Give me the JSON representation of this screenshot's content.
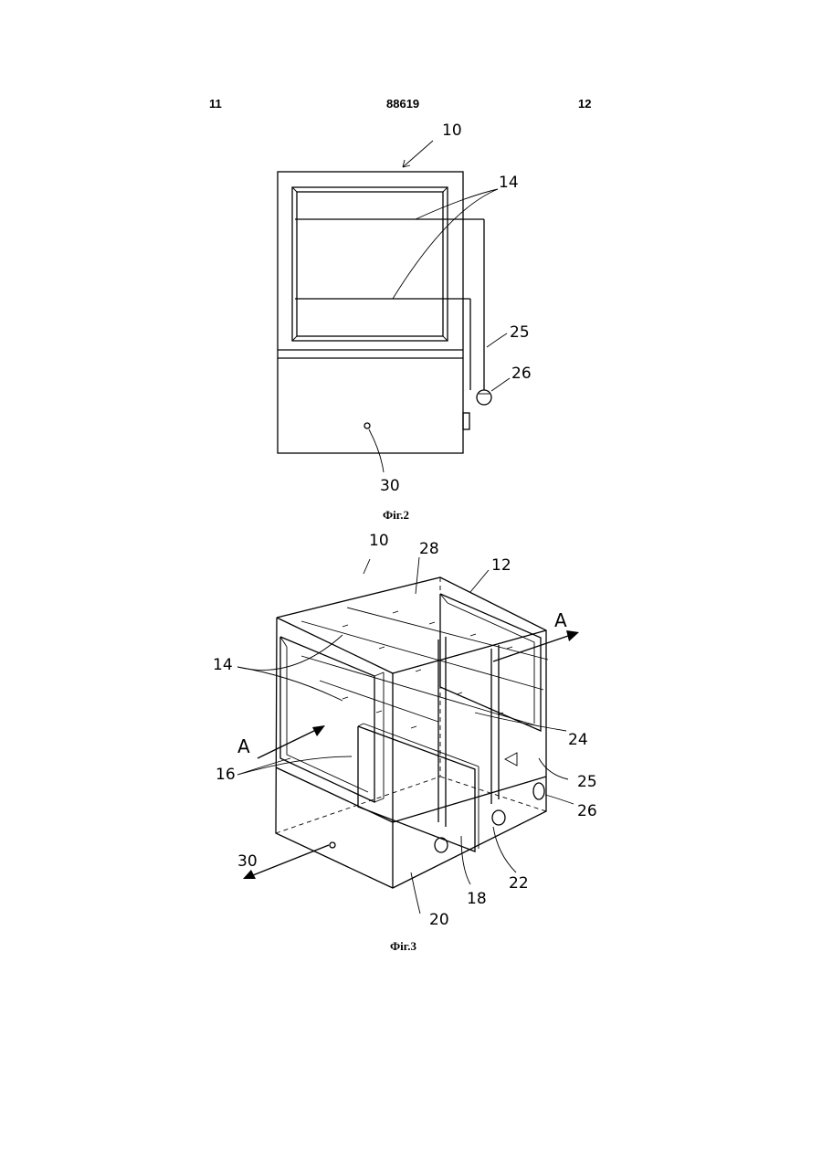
{
  "header": {
    "page_left": "11",
    "patent_number": "88619",
    "page_right": "12"
  },
  "figure2": {
    "caption": "Фіг.2",
    "labels": {
      "device": "10",
      "strings": "14",
      "wire": "25",
      "sensor": "26",
      "outlet": "30"
    }
  },
  "figure3": {
    "caption": "Фіг.3",
    "labels": {
      "device": "10",
      "top": "28",
      "wall": "12",
      "strings": "14",
      "inlet": "16",
      "section_left": "A",
      "section_right": "A",
      "electrode": "24",
      "wire": "25",
      "sensor": "26",
      "outlet": "30",
      "compartment": "20",
      "partition": "18",
      "chamber": "22"
    }
  }
}
